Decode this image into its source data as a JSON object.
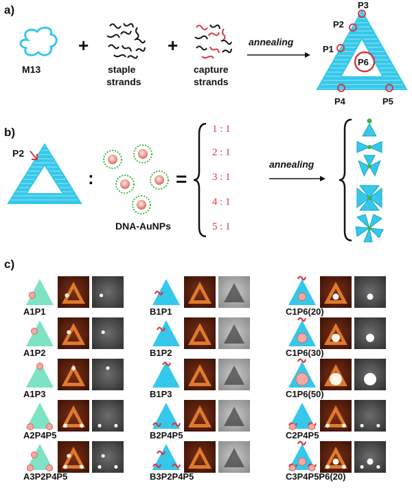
{
  "panels": {
    "a": {
      "letter": "a)",
      "m13": "M13",
      "plus": "+",
      "staple_line1": "staple",
      "staple_line2": "strands",
      "capture_line1": "capture",
      "capture_line2": "strands",
      "annealing": "annealing",
      "sites": [
        "P1",
        "P2",
        "P3",
        "P4",
        "P5",
        "P6"
      ]
    },
    "b": {
      "letter": "b)",
      "site": "P2",
      "colon": ":",
      "equals": "=",
      "np_label": "DNA-AuNPs",
      "annealing": "annealing",
      "ratios": [
        "1 : 1",
        "2 : 1",
        "3 : 1",
        "4 : 1",
        "5 : 1"
      ]
    },
    "c": {
      "letter": "c)",
      "col1": [
        "A1P1",
        "A1P2",
        "A1P3",
        "A2P4P5",
        "A3P2P4P5"
      ],
      "col2": [
        "B1P1",
        "B1P2",
        "B1P3",
        "B2P4P5",
        "B3P2P4P5"
      ],
      "col3": [
        "C1P6(20)",
        "C1P6(30)",
        "C1P6(50)",
        "C2P4P5",
        "C3P4P5P6(20)"
      ]
    }
  },
  "colors": {
    "origami": "#35c8ea",
    "teal_tri": "#7de3c4",
    "red": "#d9363e",
    "afm_bg": "#5a1f0e",
    "afm_tri": "#e07a2a",
    "np": "#f4a9a3",
    "np_ligand": "#3fb43f"
  }
}
